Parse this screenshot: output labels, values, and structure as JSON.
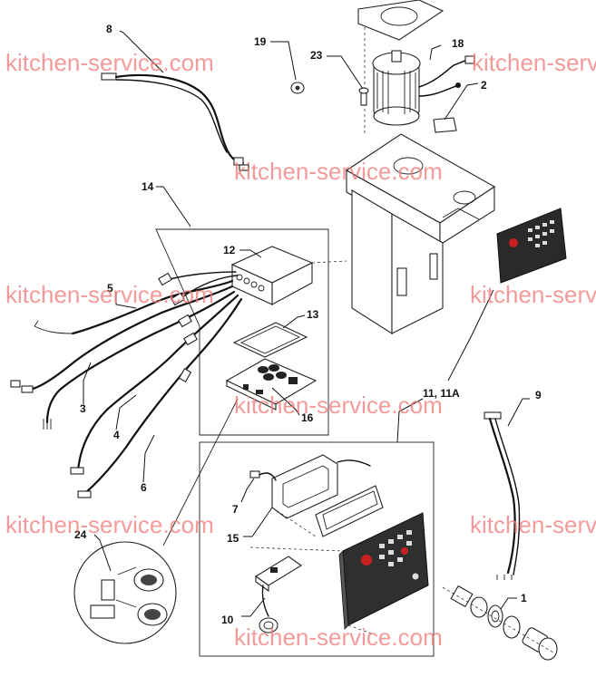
{
  "watermark": "kitchen-service.com",
  "callouts": {
    "c1": "1",
    "c2": "2",
    "c3": "3",
    "c4": "4",
    "c5": "5",
    "c6": "6",
    "c7": "7",
    "c8": "8",
    "c9": "9",
    "c10": "10",
    "c11": "11, 11A",
    "c12": "12",
    "c13": "13",
    "c14": "14",
    "c15": "15",
    "c16": "16",
    "c18": "18",
    "c19": "19",
    "c23": "23",
    "c24": "24"
  }
}
